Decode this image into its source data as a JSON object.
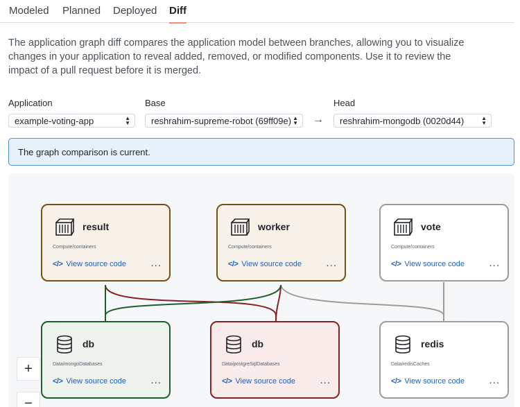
{
  "tabs": [
    {
      "label": "Modeled"
    },
    {
      "label": "Planned"
    },
    {
      "label": "Deployed"
    },
    {
      "label": "Diff",
      "active": true
    }
  ],
  "description": "The application graph diff compares the application model between branches, allowing you to visualize changes in your application to reveal added, removed, or modified components. Use it to review the impact of a pull request before it is merged.",
  "fields": {
    "application": {
      "label": "Application",
      "value": "example-voting-app"
    },
    "base": {
      "label": "Base",
      "value": "reshrahim-supreme-robot (69ff09e)"
    },
    "head": {
      "label": "Head",
      "value": "reshrahim-mongodb (0020d44)"
    }
  },
  "banner": "The graph comparison is current.",
  "graph": {
    "nodes": [
      {
        "name": "result",
        "type": "Compute/containers",
        "status": "modified",
        "icon": "container-icon"
      },
      {
        "name": "worker",
        "type": "Compute/containers",
        "status": "modified",
        "icon": "container-icon"
      },
      {
        "name": "vote",
        "type": "Compute/containers",
        "status": "unchanged",
        "icon": "container-icon"
      },
      {
        "name": "db",
        "type": "Data/mongoDatabases",
        "status": "added",
        "icon": "database-icon"
      },
      {
        "name": "db",
        "type": "Data/postgreSqlDatabases",
        "status": "removed",
        "icon": "database-icon"
      },
      {
        "name": "redis",
        "type": "Data/redisCaches",
        "status": "unchanged",
        "icon": "database-icon"
      }
    ],
    "source_link": "View source code",
    "code_glyph": "</>",
    "more_glyph": "...",
    "colors": {
      "added": "#1f5e2c",
      "removed": "#892024",
      "modified": "#6f5413",
      "unchanged": "#9c9c9c"
    }
  },
  "zoom": {
    "in": "+",
    "out": "−"
  },
  "arrow_glyph": "→"
}
